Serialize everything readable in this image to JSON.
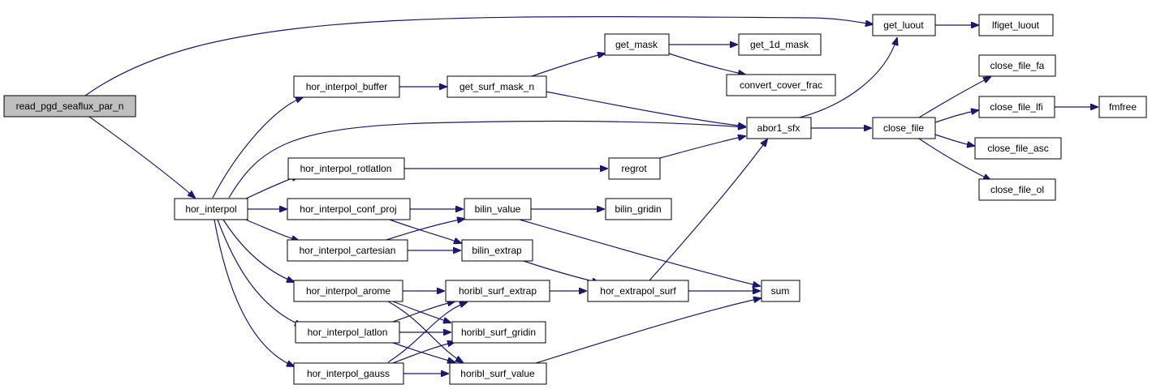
{
  "nodes": {
    "read_pgd_seaflux_par_n": "read_pgd_seaflux_par_n",
    "hor_interpol": "hor_interpol",
    "get_luout": "get_luout",
    "lfiget_luout": "lfiget_luout",
    "hor_interpol_buffer": "hor_interpol_buffer",
    "get_surf_mask_n": "get_surf_mask_n",
    "get_mask": "get_mask",
    "get_1d_mask": "get_1d_mask",
    "convert_cover_frac": "convert_cover_frac",
    "abor1_sfx": "abor1_sfx",
    "close_file": "close_file",
    "close_file_fa": "close_file_fa",
    "close_file_lfi": "close_file_lfi",
    "fmfree": "fmfree",
    "close_file_asc": "close_file_asc",
    "close_file_ol": "close_file_ol",
    "hor_interpol_rotlatlon": "hor_interpol_rotlatlon",
    "regrot": "regrot",
    "hor_interpol_conf_proj": "hor_interpol_conf_proj",
    "bilin_value": "bilin_value",
    "bilin_gridin": "bilin_gridin",
    "hor_interpol_cartesian": "hor_interpol_cartesian",
    "bilin_extrap": "bilin_extrap",
    "hor_interpol_arome": "hor_interpol_arome",
    "horibl_surf_extrap": "horibl_surf_extrap",
    "hor_extrapol_surf": "hor_extrapol_surf",
    "sum": "sum",
    "hor_interpol_latlon": "hor_interpol_latlon",
    "horibl_surf_gridin": "horibl_surf_gridin",
    "hor_interpol_gauss": "hor_interpol_gauss",
    "horibl_surf_value": "horibl_surf_value"
  },
  "colors": {
    "edge": "#191970",
    "root_fill": "#bfbfbf",
    "node_fill": "#ffffff",
    "node_border": "#000000"
  }
}
